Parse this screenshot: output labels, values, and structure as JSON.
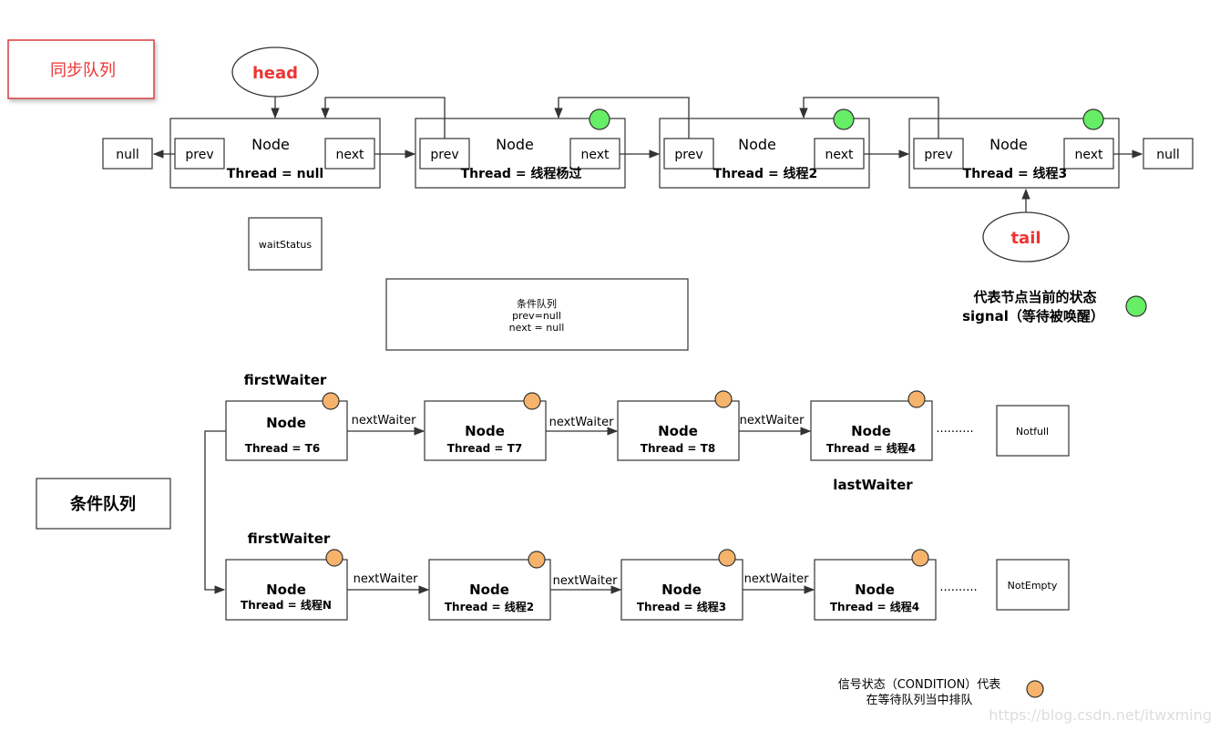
{
  "sync_queue": {
    "label": "同步队列",
    "head_label": "head",
    "tail_label": "tail",
    "null_left": "null",
    "null_right": "null",
    "nodes": [
      {
        "title": "Node",
        "prev": "prev",
        "next": "next",
        "thread": "Thread = null",
        "signal": false
      },
      {
        "title": "Node",
        "prev": "prev",
        "next": "next",
        "thread": "Thread = 线程杨过",
        "signal": true
      },
      {
        "title": "Node",
        "prev": "prev",
        "next": "next",
        "thread": "Thread = 线程2",
        "signal": true
      },
      {
        "title": "Node",
        "prev": "prev",
        "next": "next",
        "thread": "Thread = 线程3",
        "signal": true
      }
    ],
    "wait_status_label": "waitStatus",
    "condition_note": [
      "条件队列",
      "prev=null",
      "next = null"
    ],
    "signal_legend": [
      "代表节点当前的状态",
      "signal（等待被唤醒）"
    ],
    "signal_color": "#66ee66"
  },
  "condition_queue": {
    "label": "条件队列",
    "rows": [
      {
        "first_label": "firstWaiter",
        "last_label": "lastWaiter",
        "link_label": "nextWaiter",
        "ellipsis": "..........",
        "end_label": "Notfull",
        "nodes": [
          {
            "title": "Node",
            "thread": "Thread = T6"
          },
          {
            "title": "Node",
            "thread": "Thread = T7"
          },
          {
            "title": "Node",
            "thread": "Thread = T8"
          },
          {
            "title": "Node",
            "thread": "Thread = 线程4"
          }
        ]
      },
      {
        "first_label": "firstWaiter",
        "last_label": "",
        "link_label": "nextWaiter",
        "ellipsis": "..........",
        "end_label": "NotEmpty",
        "nodes": [
          {
            "title": "Node",
            "thread": "Thread = 线程N"
          },
          {
            "title": "Node",
            "thread": "Thread = 线程2"
          },
          {
            "title": "Node",
            "thread": "Thread = 线程3"
          },
          {
            "title": "Node",
            "thread": "Thread = 线程4"
          }
        ]
      }
    ],
    "condition_legend": [
      "信号状态（CONDITION）代表",
      "在等待队列当中排队"
    ],
    "condition_color": "#f5b36b"
  },
  "watermark": "https://blog.csdn.net/itwxming",
  "colors": {
    "stroke": "#333333",
    "red_label": "#ee3333",
    "red_border": "#d93a3a"
  }
}
